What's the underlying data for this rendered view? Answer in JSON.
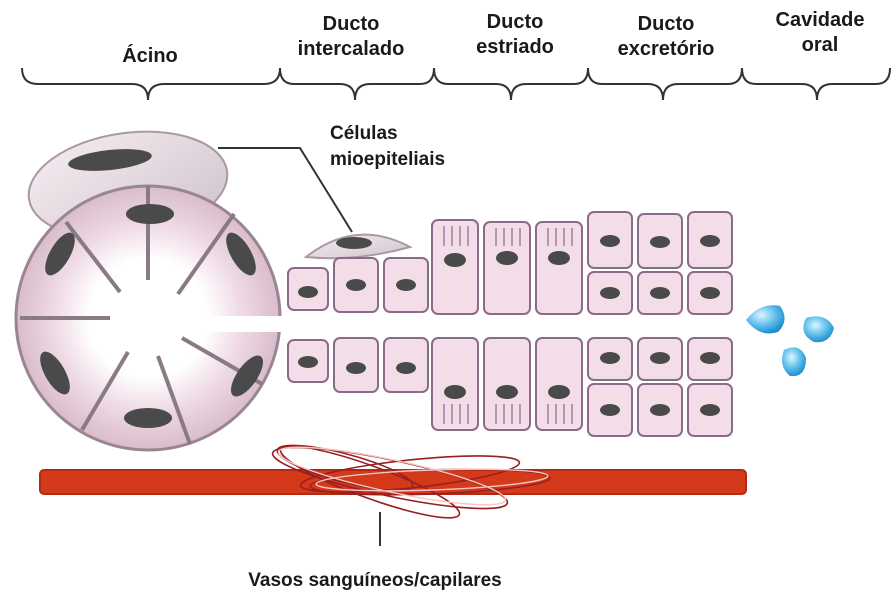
{
  "sections": [
    {
      "id": "acino",
      "lines": [
        "Ácino"
      ]
    },
    {
      "id": "intercalado",
      "lines": [
        "Ducto",
        "intercalado"
      ]
    },
    {
      "id": "estriado",
      "lines": [
        "Ducto",
        "estriado"
      ]
    },
    {
      "id": "excretorio",
      "lines": [
        "Ducto",
        "excretório"
      ]
    },
    {
      "id": "cavidade",
      "lines": [
        "Cavidade",
        "oral"
      ]
    }
  ],
  "callouts": {
    "myoepithelial": [
      "Células",
      "mioepiteliais"
    ],
    "vessels": "Vasos sanguíneos/capilares"
  },
  "colors": {
    "cell_fill": "#f3dde8",
    "cell_border": "#8c6a8a",
    "nucleus": "#4a4a4a",
    "vessel": "#d43a1a",
    "saliva": "#35a8e0"
  }
}
